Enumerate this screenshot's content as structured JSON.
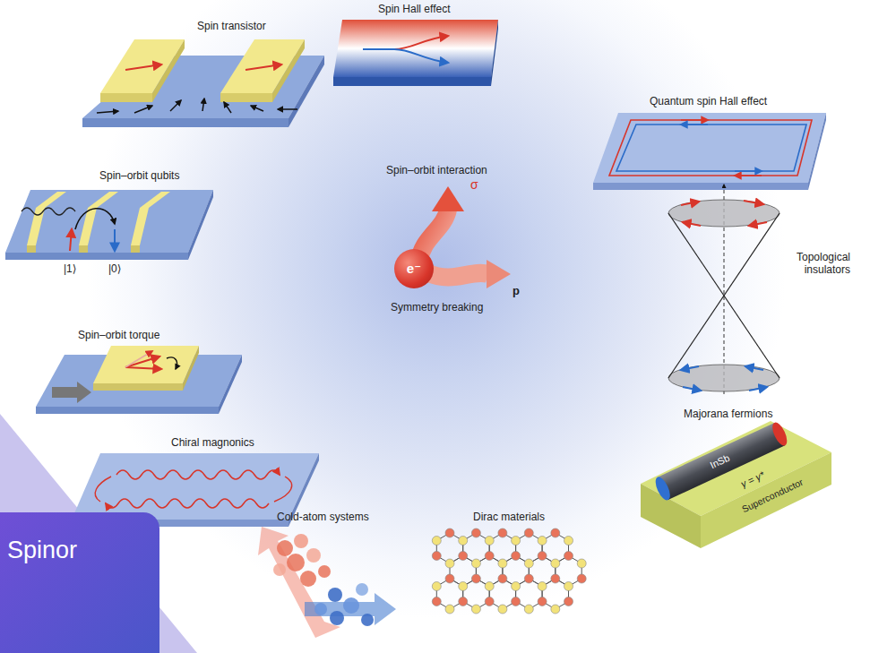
{
  "diagram": {
    "nodes": [
      {
        "text": [
          "e⁻"
        ]
      },
      {
        "text": [
          "Spinor"
        ]
      }
    ],
    "labels": [
      "Spin Hall effect",
      "Spin transistor",
      "Quantum spin Hall effect",
      "Spin–orbit qubits",
      "|1⟩",
      "|0⟩",
      "Topological insulators",
      "Spin–orbit interaction",
      "σ",
      "p",
      "Symmetry breaking",
      "Spin–orbit torque",
      "Majorana fermions",
      "InSb",
      "γ = γ*",
      "Superconductor",
      "Chiral magnonics",
      "Cold-atom systems",
      "Dirac materials"
    ]
  }
}
